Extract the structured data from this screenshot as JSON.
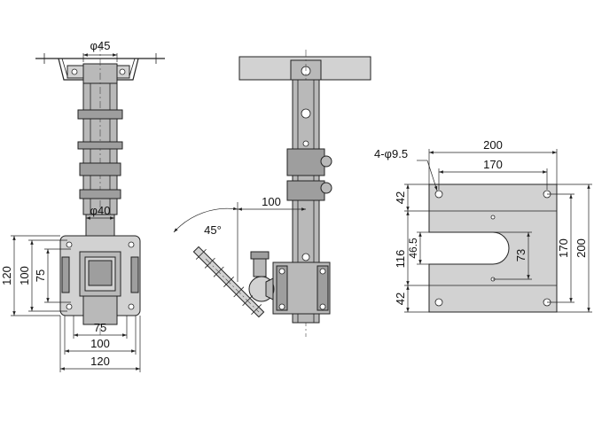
{
  "front_view": {
    "pipe_dia_top": "φ45",
    "pipe_dia_lower": "φ40",
    "plate_height": "120",
    "hole_pitch_outer_v": "100",
    "hole_pitch_inner_v": "75",
    "hole_pitch_inner_h": "75",
    "hole_pitch_outer_h": "100",
    "plate_width": "120"
  },
  "side_view": {
    "reach": "100",
    "tilt_angle": "45°"
  },
  "base_plate": {
    "width": "200",
    "hole_pitch_h": "170",
    "hole_spec": "4-φ9.5",
    "edge_top": "42",
    "slot_mid": "116",
    "slot_width": "46.5",
    "slot_depth": "73",
    "edge_bottom": "42",
    "hole_pitch_v": "170",
    "height": "200"
  }
}
